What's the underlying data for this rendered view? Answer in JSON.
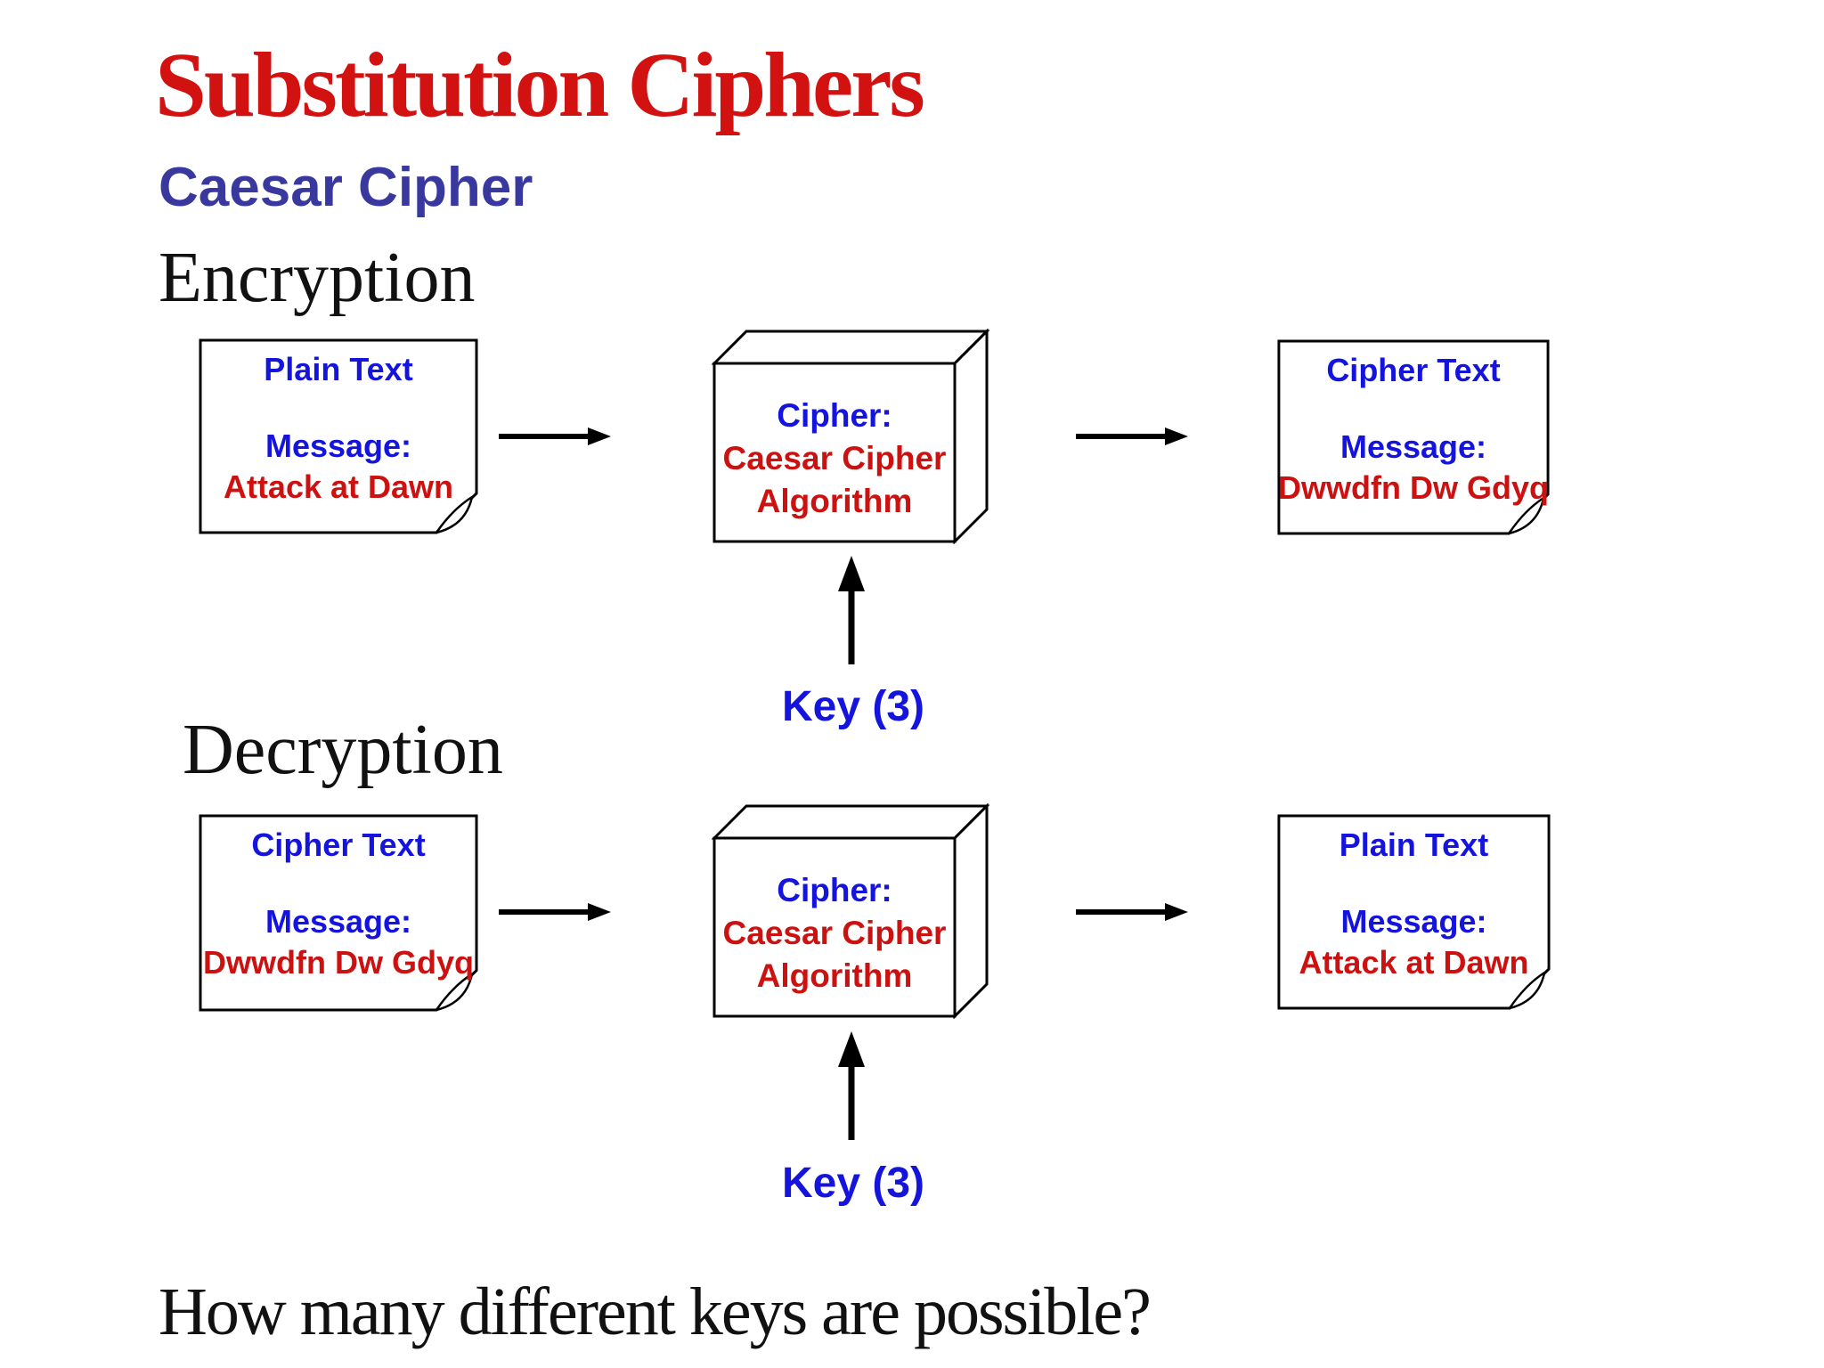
{
  "colors": {
    "title_red": "#d21111",
    "message_red": "#cc1111",
    "label_blue": "#1414dd",
    "subtitle_blue": "#38389e",
    "line_black": "#000000",
    "background": "#ffffff"
  },
  "slide": {
    "title": "Substitution Ciphers",
    "subtitle": "Caesar Cipher",
    "footer_question": "How many different keys are possible?"
  },
  "sections": [
    {
      "heading": "Encryption",
      "key_label": "Key (3)",
      "input_box": {
        "title": "Plain Text",
        "message_label": "Message:",
        "message": "Attack at Dawn"
      },
      "cipher_box": {
        "title": "Cipher:",
        "name": "Caesar Cipher",
        "type": "Algorithm"
      },
      "output_box": {
        "title": "Cipher Text",
        "message_label": "Message:",
        "message": "Dwwdfn Dw Gdyq"
      }
    },
    {
      "heading": "Decryption",
      "key_label": "Key (3)",
      "input_box": {
        "title": "Cipher Text",
        "message_label": "Message:",
        "message": "Dwwdfn Dw Gdyq"
      },
      "cipher_box": {
        "title": "Cipher:",
        "name": "Caesar Cipher",
        "type": "Algorithm"
      },
      "output_box": {
        "title": "Plain Text",
        "message_label": "Message:",
        "message": "Attack at Dawn"
      }
    }
  ]
}
